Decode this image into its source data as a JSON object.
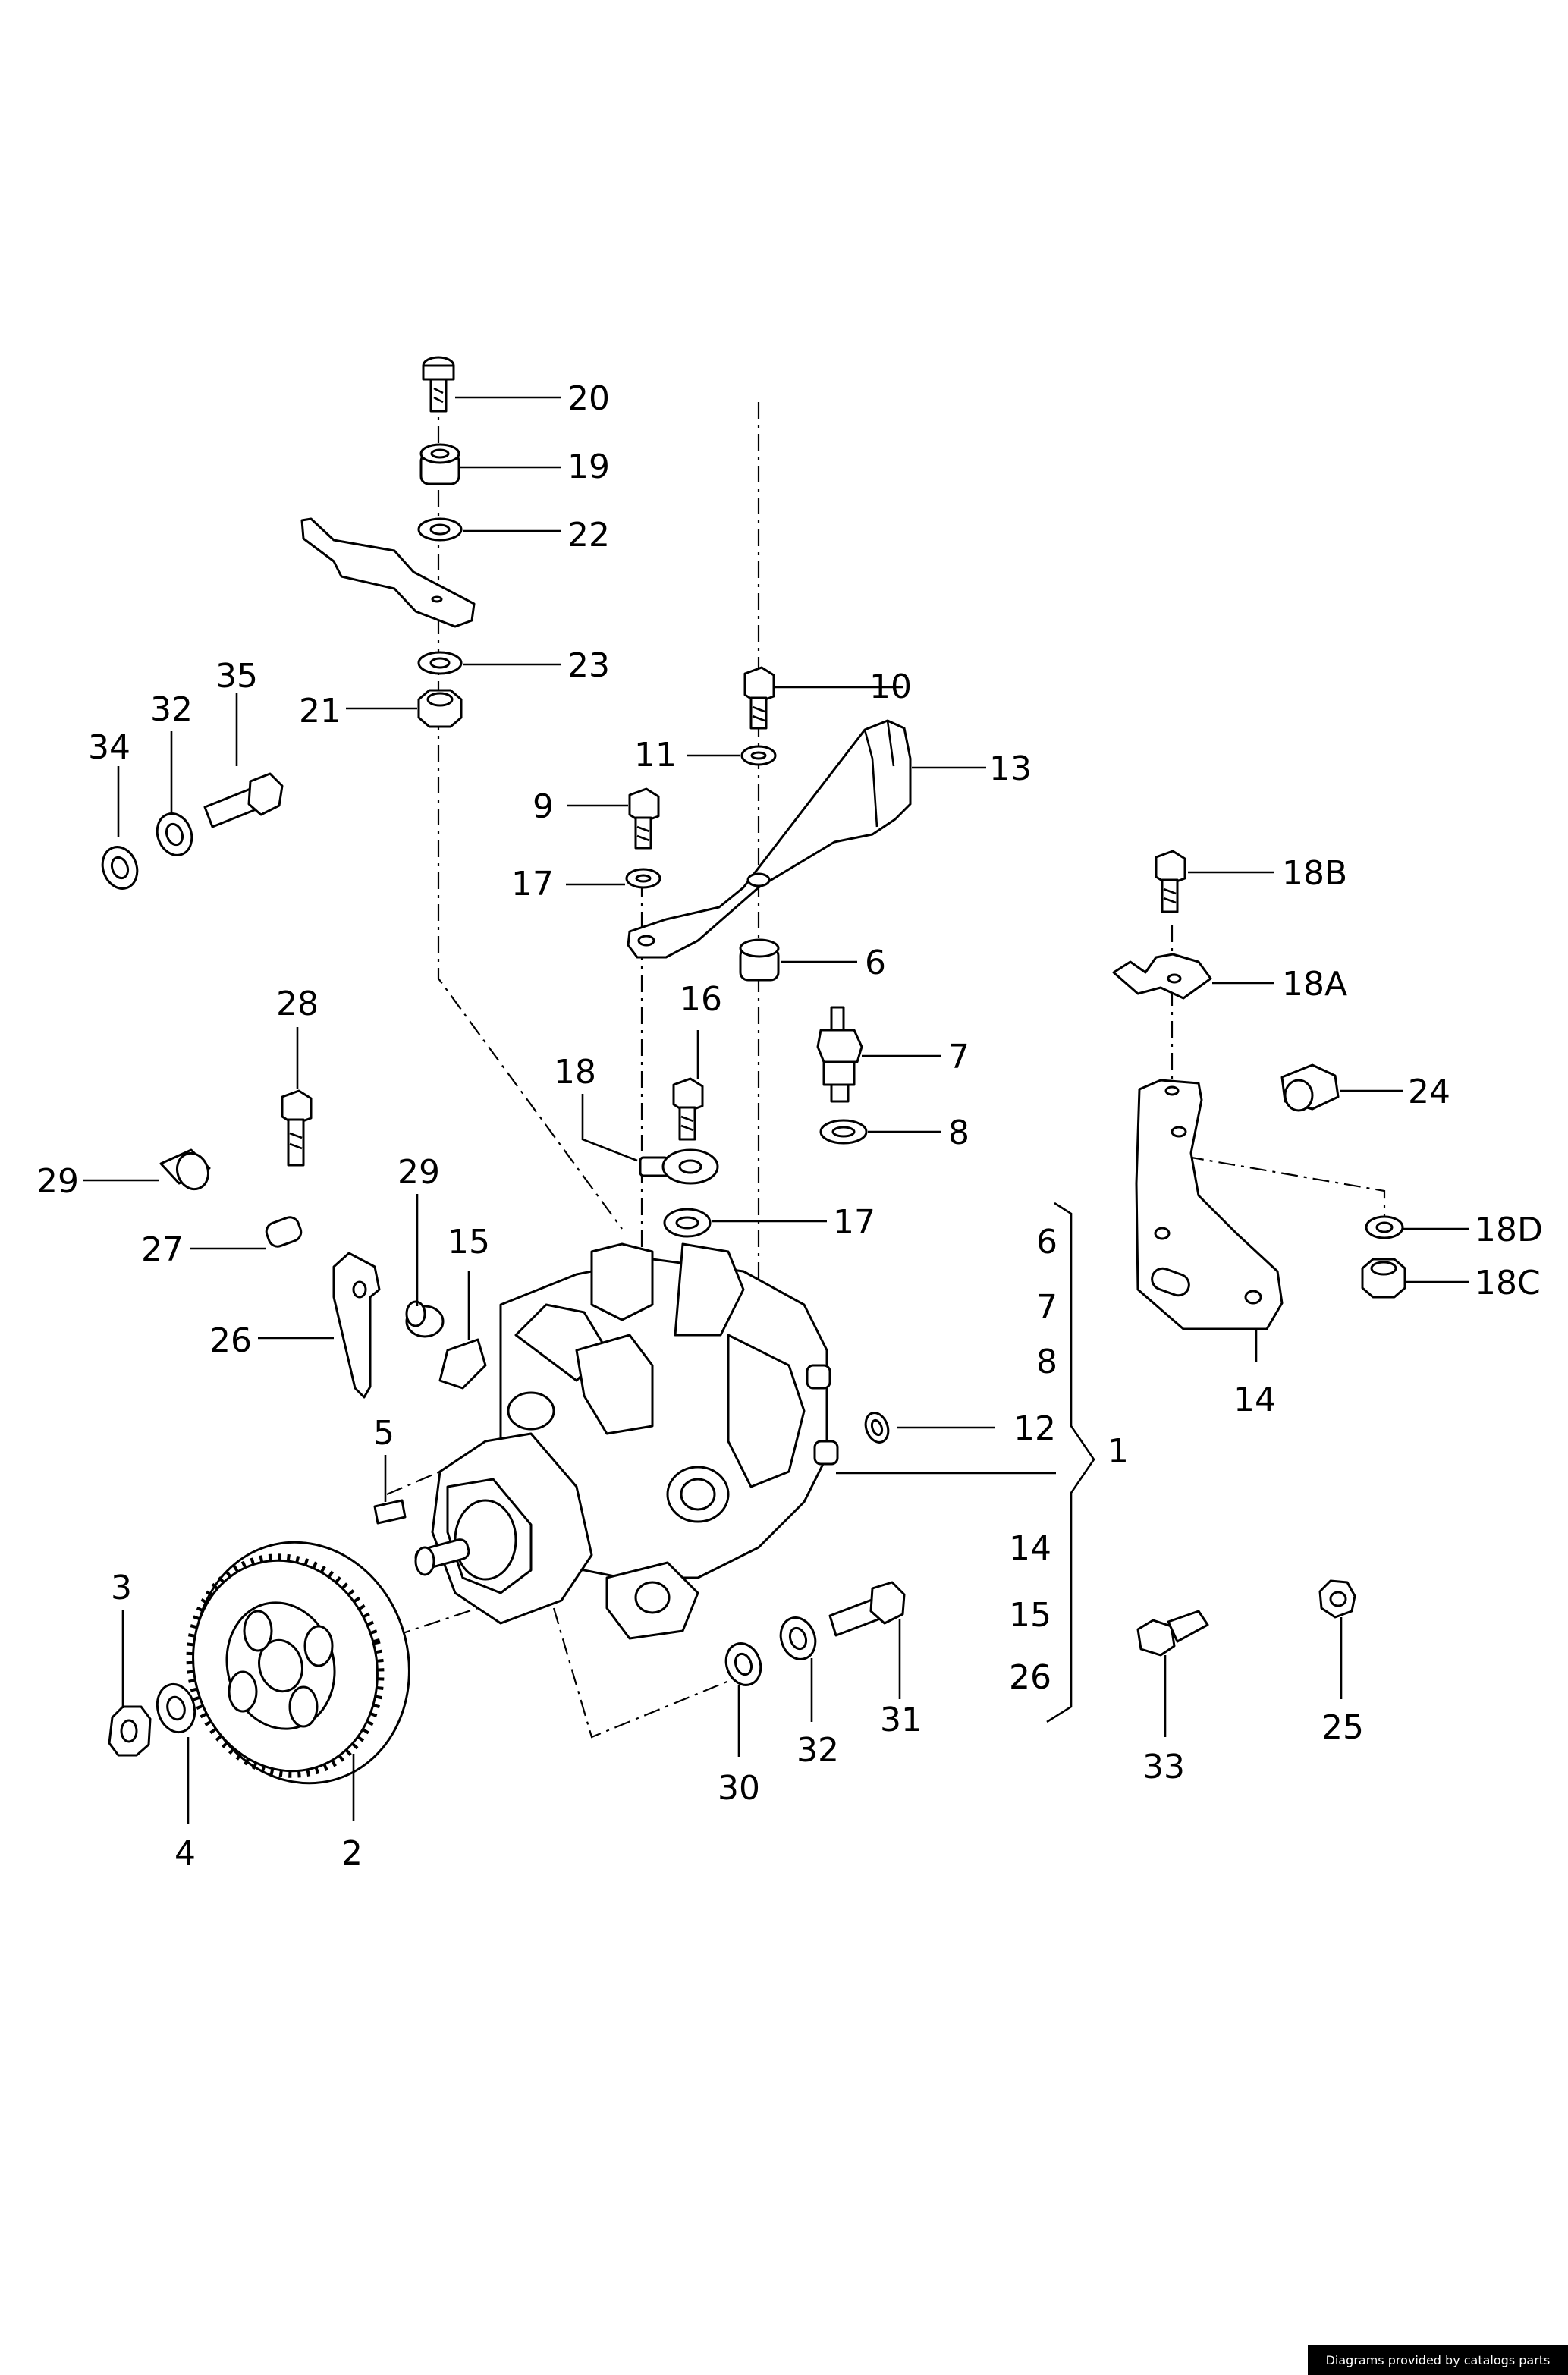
{
  "callouts": {
    "c1": "1",
    "c2": "2",
    "c3": "3",
    "c4": "4",
    "c5": "5",
    "c6": "6",
    "c7": "7",
    "c8": "8",
    "c9": "9",
    "c10": "10",
    "c11": "11",
    "c12": "12",
    "c13": "13",
    "c14": "14",
    "c15": "15",
    "c16": "16",
    "c17a": "17",
    "c17b": "17",
    "c18": "18",
    "c18a": "18A",
    "c18b": "18B",
    "c18c": "18C",
    "c18d": "18D",
    "c19": "19",
    "c20": "20",
    "c21": "21",
    "c22": "22",
    "c23": "23",
    "c24": "24",
    "c25": "25",
    "c26": "26",
    "c27": "27",
    "c28": "28",
    "c29a": "29",
    "c29b": "29",
    "c30": "30",
    "c31": "31",
    "c32a": "32",
    "c32b": "32",
    "c33": "33",
    "c34": "34",
    "c35": "35"
  },
  "group_1": {
    "members": [
      "6",
      "7",
      "8",
      "12",
      "14",
      "15",
      "26"
    ]
  },
  "footer": {
    "credit": "Diagrams provided by catalogs parts"
  }
}
